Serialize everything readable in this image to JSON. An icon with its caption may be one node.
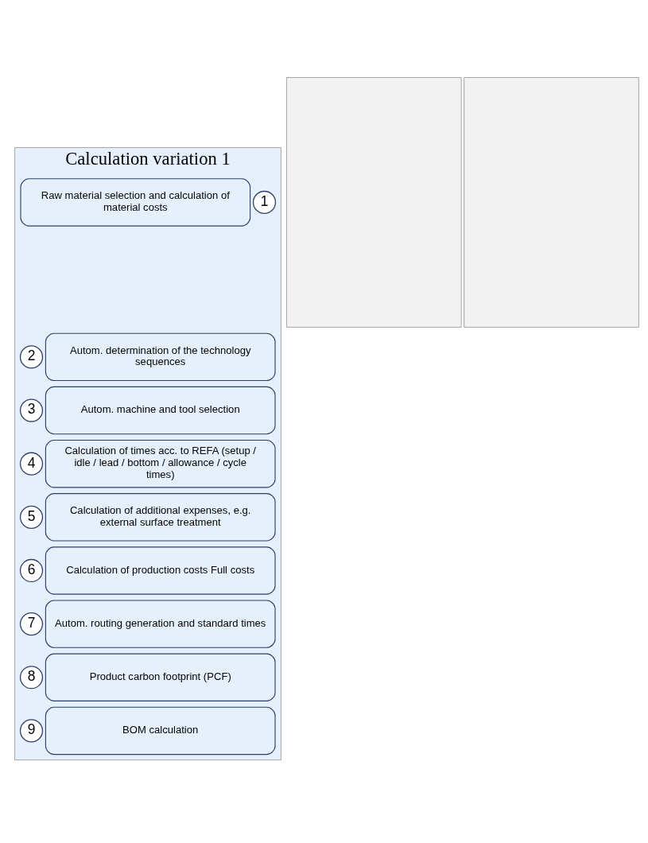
{
  "diagram": {
    "nodes": [
      {
        "text": [
          "Calculation variation 1"
        ]
      },
      {
        "text": [
          "1"
        ],
        "in": 0
      },
      {
        "text": [
          "Raw material selection and calculation of material costs"
        ],
        "in": 0
      },
      {
        "text": [
          "2"
        ],
        "in": 0
      },
      {
        "text": [
          "Autom. determination of the technology sequences"
        ],
        "in": 0
      },
      {
        "text": [
          "3"
        ],
        "in": 0
      },
      {
        "text": [
          "Autom. machine and tool selection"
        ],
        "in": 0
      },
      {
        "text": [
          "4"
        ],
        "in": 0
      },
      {
        "text": [
          "Calculation of times acc. to REFA (setup / idle / lead / bottom / allowance / cycle times)"
        ],
        "in": 0
      },
      {
        "text": [
          "5"
        ],
        "in": 0
      },
      {
        "text": [
          "Calculation of additional expenses, e.g. external surface treatment"
        ],
        "in": 0
      },
      {
        "text": [
          "6"
        ],
        "in": 0
      },
      {
        "text": [
          "Calculation of production costs Full costs"
        ],
        "in": 0
      },
      {
        "text": [
          "7"
        ],
        "in": 0
      },
      {
        "text": [
          "Autom. routing generation and standard times"
        ],
        "in": 0
      },
      {
        "text": [
          "8"
        ],
        "in": 0
      },
      {
        "text": [
          "Product carbon footprint (PCF)"
        ],
        "in": 0
      },
      {
        "text": [
          "9"
        ],
        "in": 0
      },
      {
        "text": [
          "BOM calculation"
        ],
        "in": 0
      },
      {
        "text": [],
        "shape": "box"
      },
      {
        "text": [],
        "shape": "box"
      }
    ],
    "edges": []
  }
}
